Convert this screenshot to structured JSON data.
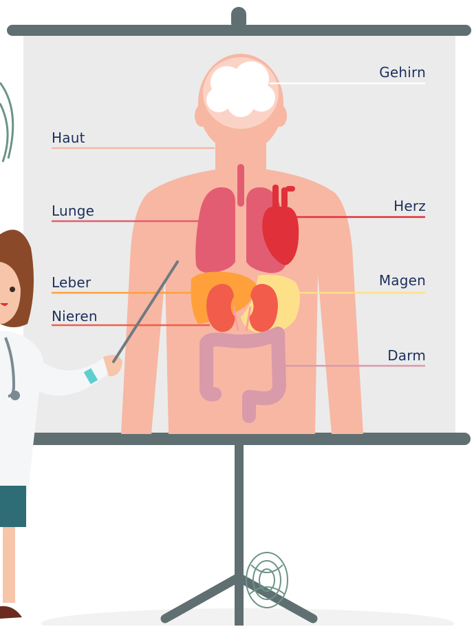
{
  "diagram": {
    "labels": {
      "gehirn": "Gehirn",
      "haut": "Haut",
      "lunge": "Lunge",
      "herz": "Herz",
      "leber": "Leber",
      "magen": "Magen",
      "nieren": "Nieren",
      "darm": "Darm"
    },
    "colors": {
      "label_text": "#1c2f5c",
      "screen": "#ebebeb",
      "stand": "#5f6f72",
      "skin": "#f7b7a3",
      "brain": "#ffffff",
      "lung": "#e35d72",
      "heart": "#e0303a",
      "liver": "#ffa03a",
      "stomach": "#ffe08a",
      "kidney": "#f25c4b",
      "intestine": "#d99aaa"
    }
  }
}
